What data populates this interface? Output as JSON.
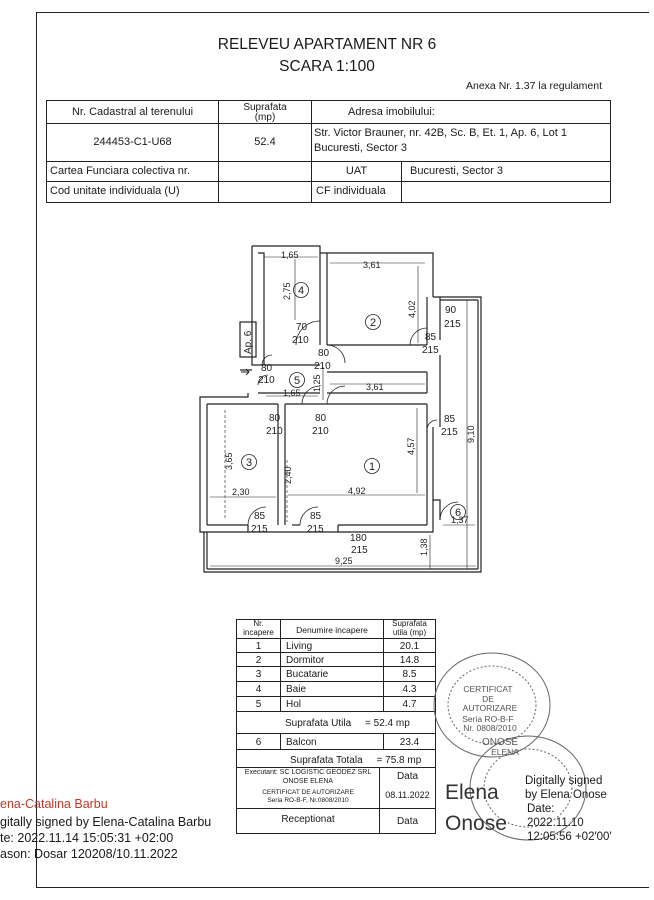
{
  "title": "RELEVEU APARTAMENT NR 6",
  "scale": "SCARA 1:100",
  "annex": "Anexa Nr. 1.37 la regulament",
  "info_table": {
    "h_cadastral": "Nr. Cadastral al terenului",
    "h_area_1": "Suprafata",
    "h_area_2": "(mp)",
    "h_address": "Adresa imobilului:",
    "cadastral": "244453-C1-U68",
    "area": "52.4",
    "address_1": "Str. Victor Brauner, nr. 42B, Sc. B, Et. 1, Ap. 6, Lot 1",
    "address_2": "Bucuresti, Sector 3",
    "cf_label": "Cartea Funciara colectiva nr.",
    "uat_label": "UAT",
    "uat_value": "Bucuresti, Sector 3",
    "cod_label": "Cod unitate individuala (U)",
    "cfi_label": "CF individuala"
  },
  "plan": {
    "apt_label": "Ap. 6",
    "room_numbers": [
      "1",
      "2",
      "3",
      "4",
      "5",
      "6"
    ],
    "dims": {
      "d165a": "1,65",
      "d275": "2,75",
      "d361a": "3,61",
      "d402": "4,02",
      "d361b": "3,61",
      "d165b": "1,65",
      "d125": "1,25",
      "d365": "3,65",
      "d240": "2,40",
      "d457": "4,57",
      "d230": "2,30",
      "d492": "4,92",
      "d910": "9,10",
      "d137": "1,37",
      "d138": "1,38",
      "d925": "9,25"
    },
    "doors": [
      {
        "w": "90",
        "h": "215"
      },
      {
        "w": "70",
        "h": "210"
      },
      {
        "w": "85",
        "h": "215"
      },
      {
        "w": "80",
        "h": "210"
      },
      {
        "w": "80",
        "h": "210"
      },
      {
        "w": "80",
        "h": "210"
      },
      {
        "w": "80",
        "h": "210"
      },
      {
        "w": "85",
        "h": "215"
      },
      {
        "w": "85",
        "h": "215"
      },
      {
        "w": "85",
        "h": "215"
      },
      {
        "w": "180",
        "h": "215"
      }
    ]
  },
  "rooms_table": {
    "h_nr_1": "Nr.",
    "h_nr_2": "incapere",
    "h_name": "Denumire incapere",
    "h_area_1": "Suprafata",
    "h_area_2": "utila (mp)",
    "rows": [
      {
        "nr": "1",
        "name": "Living",
        "area": "20.1"
      },
      {
        "nr": "2",
        "name": "Dormitor",
        "area": "14.8"
      },
      {
        "nr": "3",
        "name": "Bucatarie",
        "area": "8.5"
      },
      {
        "nr": "4",
        "name": "Baie",
        "area": "4.3"
      },
      {
        "nr": "5",
        "name": "Hol",
        "area": "4.7"
      }
    ],
    "total_utila": "Suprafata Utila     = 52.4 mp",
    "balcon": {
      "nr": "6",
      "name": "Balcon",
      "area": "23.4"
    },
    "total": "Suprafata Totala     = 75.8 mp",
    "executant_1": "Executant: SC LOGISTIC GEODEZ SRL",
    "executant_2": "ONOSE ELENA",
    "executant_3": "CERTIFICAT DE AUTORIZARE",
    "executant_4": "Seria RO-B-F, Nr.0808/2010",
    "data_label": "Data",
    "data_value": "08.11.2022",
    "receptionat": "Receptionat",
    "data_label_2": "Data"
  },
  "signature_left": {
    "name": "ena-Catalina Barbu",
    "line1": "gitally signed by Elena-Catalina Barbu",
    "line2": "te: 2022.11.14 15:05:31 +02:00",
    "line3": "ason: Dosar 120208/10.11.2022",
    "name_color": "#c0392b"
  },
  "signature_right": {
    "name_1": "Elena",
    "name_2": "Onose",
    "line1": "Digitally signed",
    "line2": "by Elena Onose",
    "line3": "Date:",
    "line4": "2022.11.10",
    "line5": "12:05:56 +02'00'"
  },
  "stamp": {
    "line1": "CERTIFICAT",
    "line2": "DE",
    "line3": "AUTORIZARE",
    "line4": "Seria RO-B-F",
    "line5": "Nr. 0808/2010",
    "line6": "ONOSE",
    "line7": "ELENA"
  }
}
